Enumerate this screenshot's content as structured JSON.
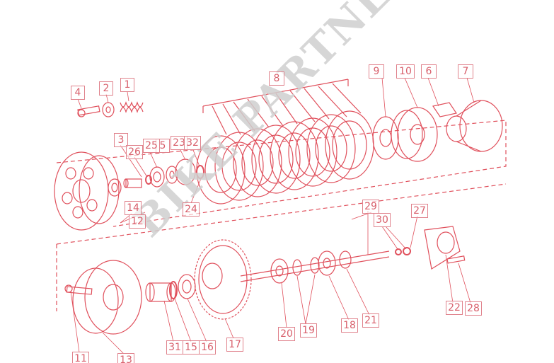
{
  "diagram": {
    "stroke_color": "#e0505c",
    "label_color": "#d8606c",
    "watermark": "BIKE PARTNER",
    "callouts": [
      "1",
      "2",
      "3",
      "4",
      "5",
      "6",
      "7",
      "8",
      "9",
      "10",
      "11",
      "12",
      "13",
      "14",
      "15",
      "16",
      "17",
      "18",
      "19",
      "20",
      "21",
      "22",
      "23",
      "24",
      "25",
      "26",
      "27",
      "28",
      "29",
      "30",
      "31",
      "32"
    ]
  }
}
